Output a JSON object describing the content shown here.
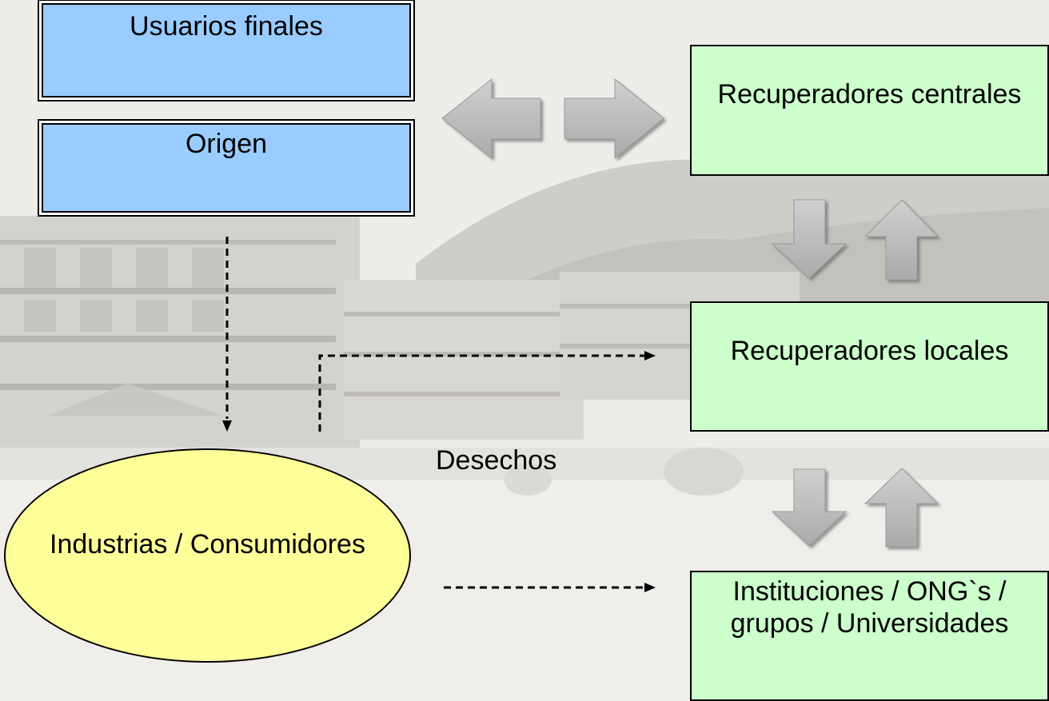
{
  "nodes": {
    "usuarios": "Usuarios finales",
    "origen": "Origen",
    "recuperadores_centrales": "Recuperadores centrales",
    "recuperadores_locales": "Recuperadores locales",
    "instituciones": "Instituciones / ONG`s / grupos / Universidades",
    "industrias": "Industrias / Consumidores"
  },
  "labels": {
    "desechos": "Desechos"
  },
  "colors": {
    "blue_box": "#99ccff",
    "green_box": "#ccffcc",
    "ellipse": "#ffff99",
    "arrow": "#c0c0c0"
  }
}
